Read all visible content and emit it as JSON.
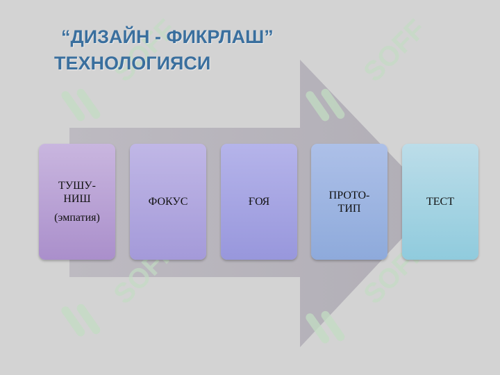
{
  "title": {
    "line1": "“ДИЗАЙН - ФИКРЛАШ”",
    "line2": "ТЕХНОЛОГИЯСИ"
  },
  "steps": [
    {
      "label": "ТУШУ-\nНИШ",
      "sub": "(эмпатия)"
    },
    {
      "label": "ФОКУС"
    },
    {
      "label": "ҒОЯ"
    },
    {
      "label": "ПРОТО-\nТИП"
    },
    {
      "label": "ТЕСТ"
    }
  ],
  "watermark": {
    "text": "SOFF"
  },
  "colors": {
    "background": "#d3d3d3",
    "title": "#3a6f9e",
    "arrow": "#b9b6bd",
    "watermark": "#c3ddc3"
  }
}
